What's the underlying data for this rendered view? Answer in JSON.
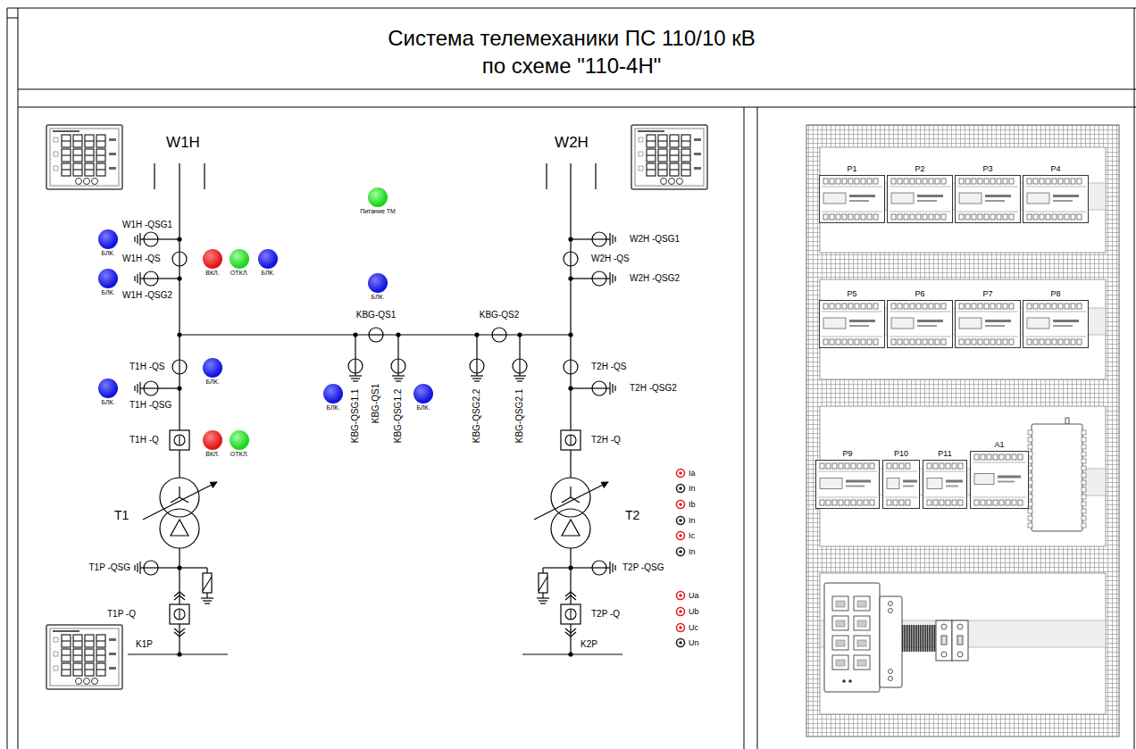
{
  "diagram": {
    "title": "Система телемеханики ПС 110/10 кВ по схеме \"110-4Н\"",
    "nodes": [
      {
        "text": [
          "Питание ТМ"
        ]
      },
      {
        "text": [
          "БЛК."
        ]
      },
      {
        "text": [
          "ВКЛ."
        ]
      },
      {
        "text": [
          "ОТКЛ."
        ]
      },
      {
        "text": [
          "БЛК."
        ]
      },
      {
        "text": [
          "БЛК."
        ]
      },
      {
        "text": [
          "БЛК."
        ]
      },
      {
        "text": [
          "БЛК."
        ]
      },
      {
        "text": [
          "БЛК."
        ]
      },
      {
        "text": [
          "БЛК."
        ]
      },
      {
        "text": [
          "БЛК."
        ]
      },
      {
        "text": [
          "ВКЛ."
        ]
      },
      {
        "text": [
          "ОТКЛ."
        ]
      },
      {
        "text": [
          "P1"
        ]
      },
      {
        "text": [
          "P2"
        ]
      },
      {
        "text": [
          "P3"
        ]
      },
      {
        "text": [
          "P4"
        ]
      },
      {
        "text": [
          "P5"
        ]
      },
      {
        "text": [
          "P6"
        ]
      },
      {
        "text": [
          "P7"
        ]
      },
      {
        "text": [
          "P8"
        ]
      },
      {
        "text": [
          "P9"
        ]
      },
      {
        "text": [
          "P10"
        ]
      },
      {
        "text": [
          "P11"
        ]
      },
      {
        "text": [
          "A1"
        ]
      }
    ],
    "labels": [
      "W1H",
      "W2H",
      "W1H -QSG1",
      "W2H -QSG1",
      "W1H -QS",
      "W2H -QS",
      "W1H -QSG2",
      "W2H -QSG2",
      "KBG-QS1",
      "KBG-QS2",
      "T1H -QS",
      "T2H -QS",
      "T2H -QSG2",
      "T1H -QSG",
      "KBG-QSG1.1",
      "KBG-QS1",
      "KBG-QSG1.2",
      "KBG-QSG2.2",
      "KBG-QSG2.1",
      "T1H -Q",
      "T2H -Q",
      "Ia",
      "In",
      "Ib",
      "In",
      "Ic",
      "In",
      "T1",
      "T2",
      "T1P -QSG",
      "T2P -QSG",
      "Ua",
      "Ub",
      "Uc",
      "Un",
      "T1P -Q",
      "T2P -Q",
      "K1P",
      "K2P"
    ]
  }
}
